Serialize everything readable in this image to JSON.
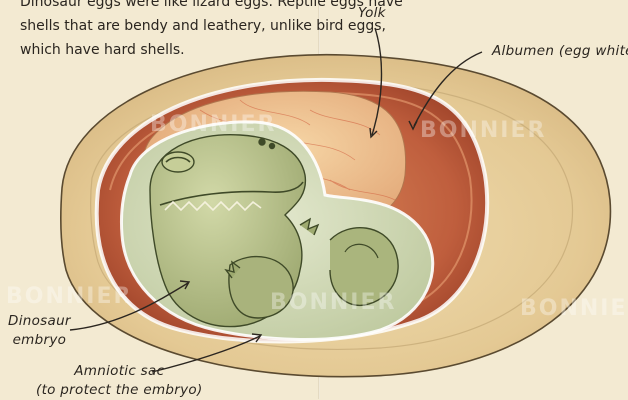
{
  "intro": {
    "lines": [
      "Dinosaur eggs were like lizard eggs. Reptile eggs have",
      "shells that are bendy and leathery, unlike bird eggs,",
      "which have hard shells."
    ]
  },
  "labels": {
    "yolk": "Yolk",
    "albumen": "Albumen (egg white)",
    "embryo": [
      "Dinosaur",
      "embryo"
    ],
    "amniotic_sac": [
      "Amniotic sac",
      "(to protect the embryo)"
    ]
  },
  "watermark": "BONNIER",
  "colors": {
    "page": "#f3ead2",
    "shell": "#e6cf9c",
    "albumen": "#b6553a",
    "yolk": "#e9b98a",
    "sac": "#cfd8b5",
    "embryo": "#b8c38c"
  }
}
